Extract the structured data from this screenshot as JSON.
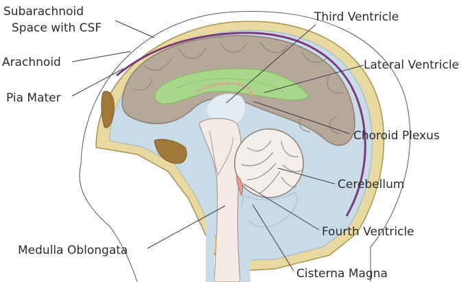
{
  "labels": {
    "subarachnoid_1": "Subarachnoid",
    "subarachnoid_2": "Space with CSF",
    "arachnoid": "Arachnoid",
    "pia_mater": "Pia Mater",
    "third_ventricle": "Third Ventricle",
    "lateral_ventricle": "Lateral Ventricle",
    "choroid_plexus": "Choroid Plexus",
    "cerebellum": "Cerebellum",
    "fourth_ventricle": "Fourth Ventricle",
    "medulla_oblongata": "Medulla Oblongata",
    "cisterna_magna": "Cisterna Magna"
  },
  "colors": {
    "skull": "#e8d9a0",
    "skull_outline": "#a8924e",
    "csf": "#c9dbe6",
    "arachnoid": "#7a3a7a",
    "cerebrum": "#b5a89a",
    "cerebrum_outline": "#8a7d70",
    "ventricle": "#a8d88a",
    "choroid": "#e0a090",
    "brainstem": "#f4ebe6",
    "cerebellum": "#f2eeea",
    "sinus": "#a07838"
  }
}
